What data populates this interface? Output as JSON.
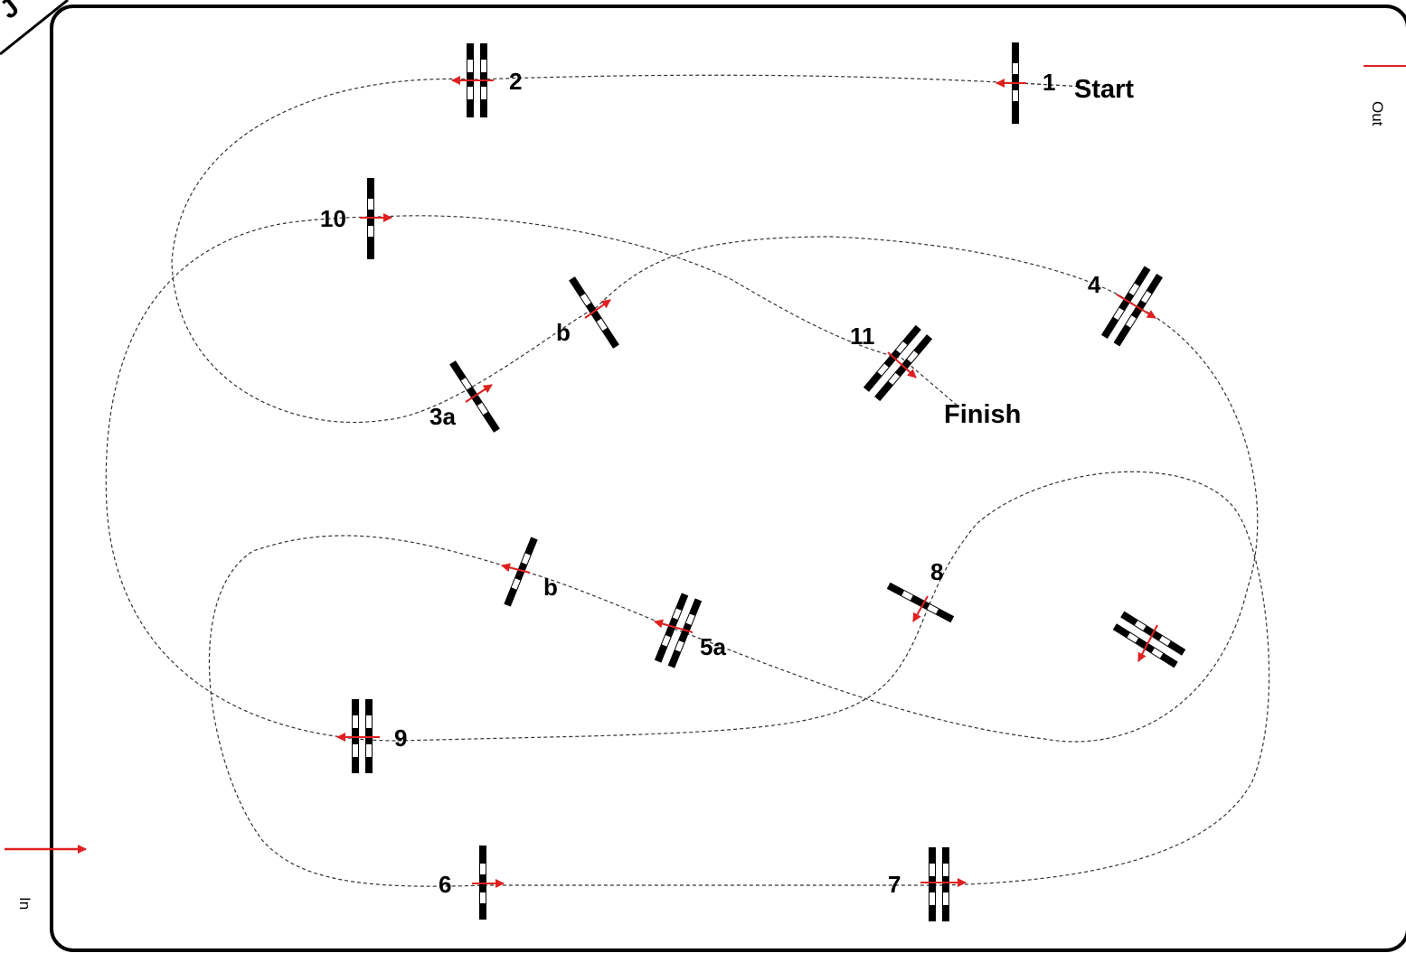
{
  "course": {
    "start_label": "Start",
    "finish_label": "Finish",
    "in_label": "In",
    "out_label": "Out",
    "corner_label": "J"
  },
  "obstacles": {
    "o1": "1",
    "o2": "2",
    "o3a": "3a",
    "o3b": "b",
    "o4": "4",
    "o5a": "5a",
    "o5b": "b",
    "o6": "6",
    "o7": "7",
    "o8": "8",
    "o9": "9",
    "o10": "10",
    "o11": "11"
  },
  "colors": {
    "arena_border": "#000000",
    "path": "#333333",
    "direction_arrow": "#e02020",
    "pole_dark": "#000000",
    "pole_light": "#ffffff"
  }
}
